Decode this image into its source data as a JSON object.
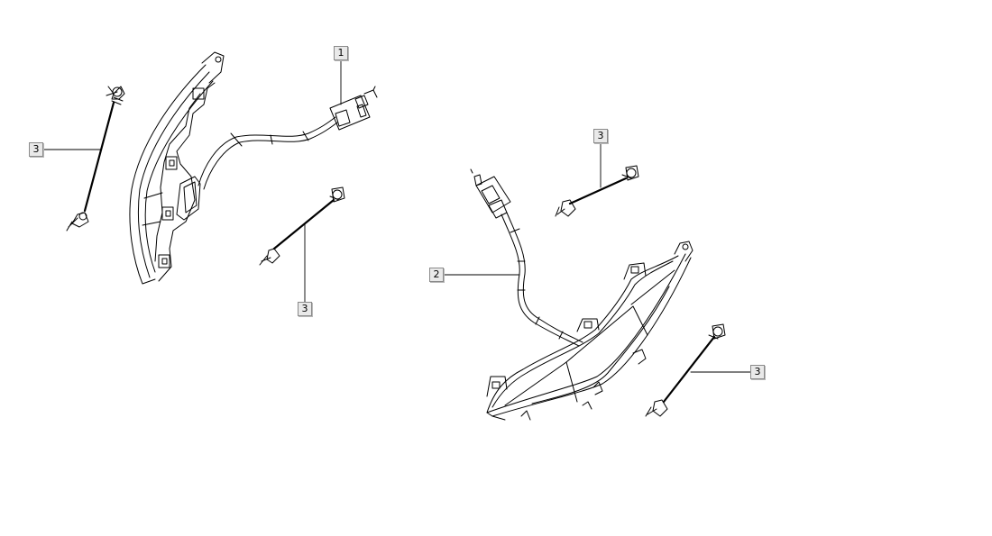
{
  "callouts": [
    {
      "label": "1"
    },
    {
      "label": "3"
    },
    {
      "label": "3"
    },
    {
      "label": "3"
    },
    {
      "label": "2"
    },
    {
      "label": "3"
    }
  ]
}
